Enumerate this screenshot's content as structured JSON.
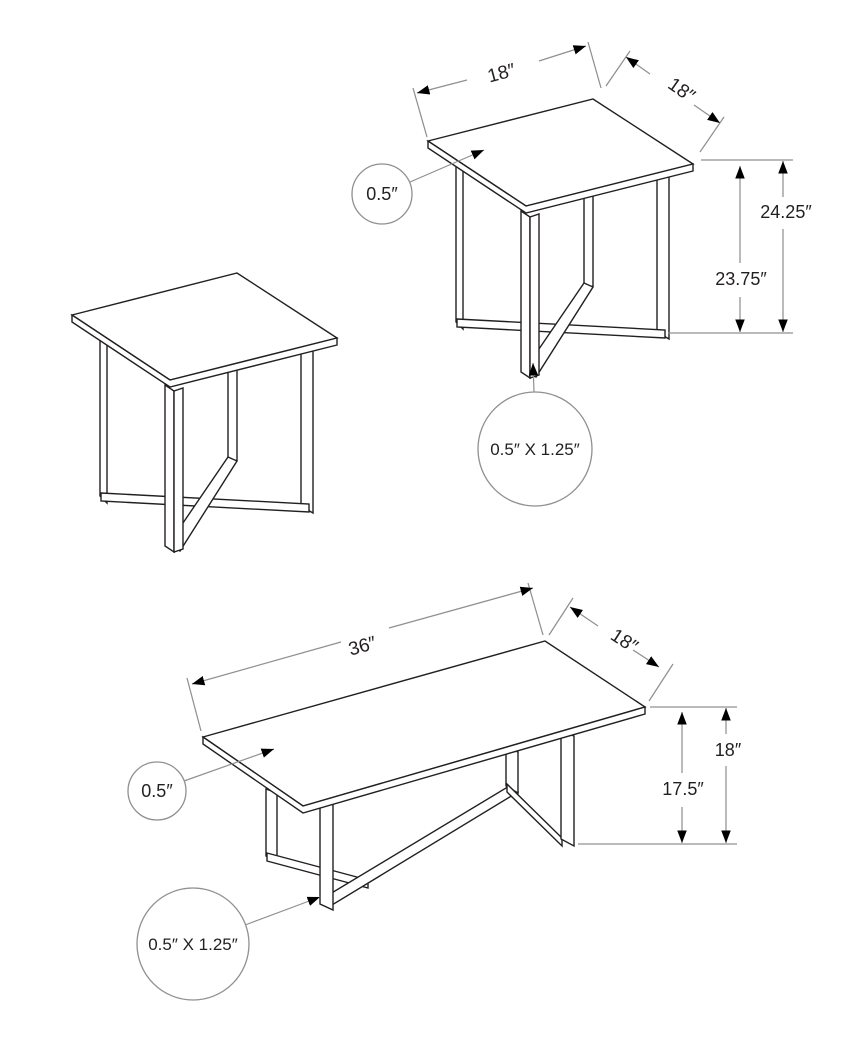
{
  "colors": {
    "background": "#ffffff",
    "drawing_line": "#231f20",
    "dimension_line": "#8e9093",
    "text": "#231f20"
  },
  "end_table_dims": {
    "top_width": "18″",
    "top_depth": "18″",
    "overall_height": "24.25″",
    "underside_height": "23.75″",
    "top_thickness": "0.5″",
    "leg_profile": "0.5″ X 1.25″"
  },
  "coffee_table_dims": {
    "top_length": "36″",
    "top_depth": "18″",
    "overall_height": "18″",
    "underside_height": "17.5″",
    "top_thickness": "0.5″",
    "leg_profile": "0.5″ X 1.25″"
  }
}
